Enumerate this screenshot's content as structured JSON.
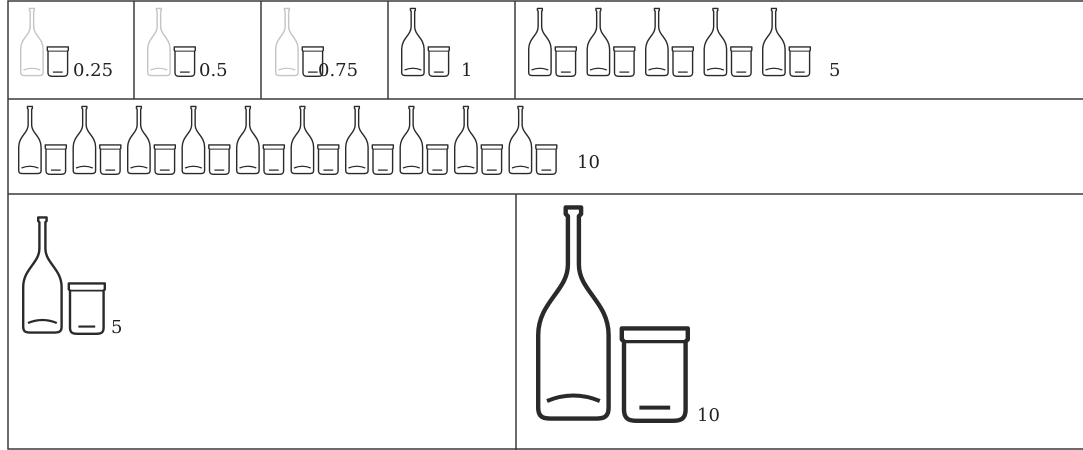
{
  "colors": {
    "stroke": "#2a2a2a",
    "faded_stroke": "#c4c4c4",
    "border": "#3a3a3a",
    "background": "#ffffff"
  },
  "top_row": [
    {
      "label": "0.25",
      "fill_fraction": 0.25
    },
    {
      "label": "0.5",
      "fill_fraction": 0.5
    },
    {
      "label": "0.75",
      "fill_fraction": 0.75
    },
    {
      "label": "1",
      "fill_fraction": 1
    },
    {
      "label": "5",
      "pair_count": 5
    }
  ],
  "middle_row": {
    "label": "10",
    "pair_count": 10
  },
  "bottom_row": [
    {
      "label": "5"
    },
    {
      "label": "10"
    }
  ]
}
